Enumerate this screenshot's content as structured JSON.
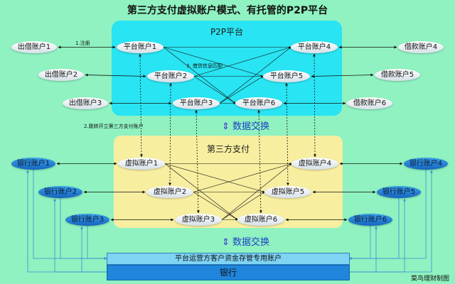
{
  "title": "第三方支付虚拟账户模式、有托管的P2P平台",
  "regions": {
    "p2p": "P2P平台",
    "third_party": "第三方支付",
    "bank_special": "平台运营方客户资金存管专用账户",
    "bank": "银行"
  },
  "exchange_label": "数据交换",
  "edge_labels": {
    "register": "1.注册",
    "redirect": "2.跳转开立第三方支付账户",
    "match": "3. 借贷信息匹配"
  },
  "lenders": [
    "出借账户1",
    "出借账户2",
    "出借账户3"
  ],
  "borrowers": [
    "借款账户4",
    "借款账户5",
    "借款账户6"
  ],
  "platform_accounts": [
    "平台账户1",
    "平台账户2",
    "平台账户3",
    "平台账户4",
    "平台账户5",
    "平台账户6"
  ],
  "virtual_accounts": [
    "虚拟账户1",
    "虚拟账户2",
    "虚拟账户3",
    "虚拟账户4",
    "虚拟账户5",
    "虚拟账户6"
  ],
  "bank_accounts": [
    "银行账户1",
    "银行账户2",
    "银行账户3",
    "银行账户4",
    "银行账户5",
    "银行账户6"
  ],
  "footer": "菜鸟理财制图",
  "colors": {
    "background": "#8ff2c0",
    "p2p_region": "#29e4f2",
    "third_party_region": "#f7eea0",
    "bank_node": "#1f86dc",
    "exchange_text": "#1e40c8"
  }
}
